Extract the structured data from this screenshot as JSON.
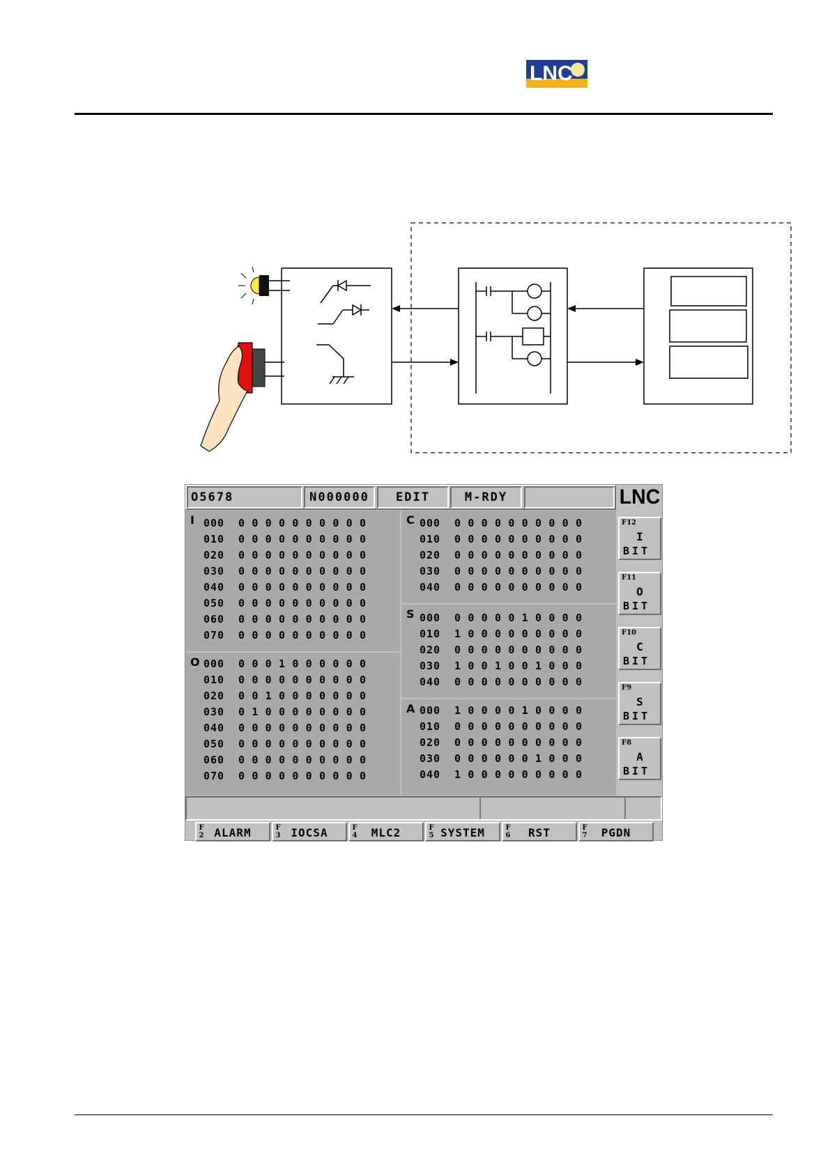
{
  "header": {
    "logo_text": "LNC"
  },
  "screen": {
    "status": {
      "program": "O5678",
      "sequence": "N000000",
      "mode": "EDIT",
      "state": "M-RDY",
      "extra": "",
      "logo": "LNC"
    },
    "panels": {
      "I": {
        "letter": "I",
        "rows": [
          {
            "addr": "000",
            "bits": "0000000000"
          },
          {
            "addr": "010",
            "bits": "0000000000"
          },
          {
            "addr": "020",
            "bits": "0000000000"
          },
          {
            "addr": "030",
            "bits": "0000000000"
          },
          {
            "addr": "040",
            "bits": "0000000000"
          },
          {
            "addr": "050",
            "bits": "0000000000"
          },
          {
            "addr": "060",
            "bits": "0000000000"
          },
          {
            "addr": "070",
            "bits": "0000000000"
          }
        ]
      },
      "O": {
        "letter": "O",
        "rows": [
          {
            "addr": "000",
            "bits": "0001000000"
          },
          {
            "addr": "010",
            "bits": "0000000000"
          },
          {
            "addr": "020",
            "bits": "0010000000"
          },
          {
            "addr": "030",
            "bits": "0100000000"
          },
          {
            "addr": "040",
            "bits": "0000000000"
          },
          {
            "addr": "050",
            "bits": "0000000000"
          },
          {
            "addr": "060",
            "bits": "0000000000"
          },
          {
            "addr": "070",
            "bits": "0000000000"
          }
        ]
      },
      "C": {
        "letter": "C",
        "rows": [
          {
            "addr": "000",
            "bits": "0000000000"
          },
          {
            "addr": "010",
            "bits": "0000000000"
          },
          {
            "addr": "020",
            "bits": "0000000000"
          },
          {
            "addr": "030",
            "bits": "0000000000"
          },
          {
            "addr": "040",
            "bits": "0000000000"
          }
        ]
      },
      "S": {
        "letter": "S",
        "rows": [
          {
            "addr": "000",
            "bits": "0000010000"
          },
          {
            "addr": "010",
            "bits": "1000000000"
          },
          {
            "addr": "020",
            "bits": "0000000000"
          },
          {
            "addr": "030",
            "bits": "1001001000"
          },
          {
            "addr": "040",
            "bits": "0000000000"
          }
        ]
      },
      "A": {
        "letter": "A",
        "rows": [
          {
            "addr": "000",
            "bits": "1000010000"
          },
          {
            "addr": "010",
            "bits": "0000000000"
          },
          {
            "addr": "020",
            "bits": "0000000000"
          },
          {
            "addr": "030",
            "bits": "0000001000"
          },
          {
            "addr": "040",
            "bits": "1000000000"
          }
        ]
      }
    },
    "side_keys": [
      {
        "fn": "F12",
        "name": "I",
        "sub": "BIT"
      },
      {
        "fn": "F11",
        "name": "O",
        "sub": "BIT"
      },
      {
        "fn": "F10",
        "name": "C",
        "sub": "BIT"
      },
      {
        "fn": "F9",
        "name": "S",
        "sub": "BIT"
      },
      {
        "fn": "F8",
        "name": "A",
        "sub": "BIT"
      }
    ],
    "bottom_keys": [
      {
        "f": "F",
        "n": "2",
        "label": "ALARM"
      },
      {
        "f": "F",
        "n": "3",
        "label": "IOCSA"
      },
      {
        "f": "F",
        "n": "4",
        "label": "MLC2"
      },
      {
        "f": "F",
        "n": "5",
        "label": "SYSTEM"
      },
      {
        "f": "F",
        "n": "6",
        "label": "RST"
      },
      {
        "f": "F",
        "n": "7",
        "label": "PGDN"
      }
    ]
  }
}
